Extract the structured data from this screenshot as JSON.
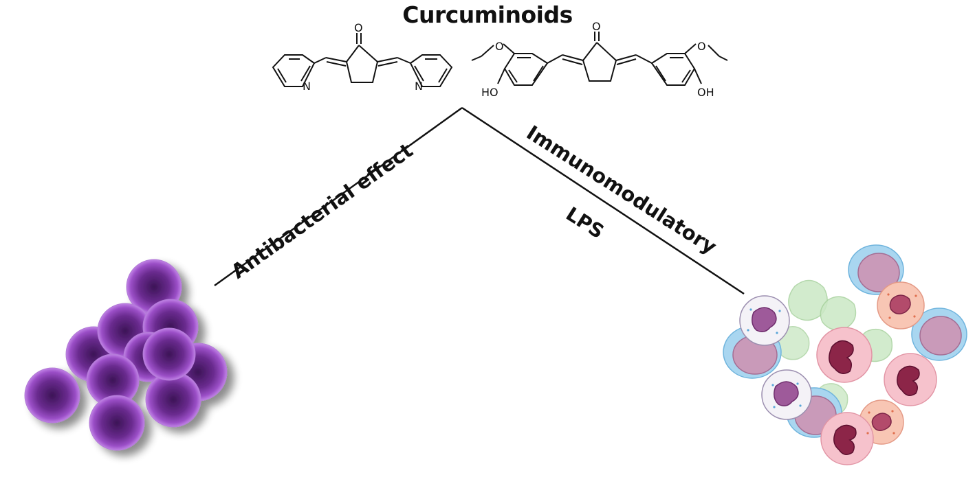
{
  "title": "Curcuminoids",
  "labels": {
    "left_arm": "Antibacterial effect",
    "right_arm": "Immunomodulatory",
    "right_sub": "LPS"
  },
  "molecule_atoms": {
    "ketone_o": "O",
    "pyridine_n": "N",
    "methoxy_o": "O",
    "hydroxyl": "HO",
    "hydroxyl_right": "OH"
  },
  "colors": {
    "bacteria": "#9b4fc7",
    "bacteria_dark": "#3c1456",
    "cell_blue": "#9ed0ee",
    "cell_pink": "#f4bcc6",
    "cell_green": "#c8e6c4",
    "nucleus": "#8c2548"
  },
  "icons": [
    "bacteria-cluster-illustration",
    "immune-cells-illustration"
  ]
}
